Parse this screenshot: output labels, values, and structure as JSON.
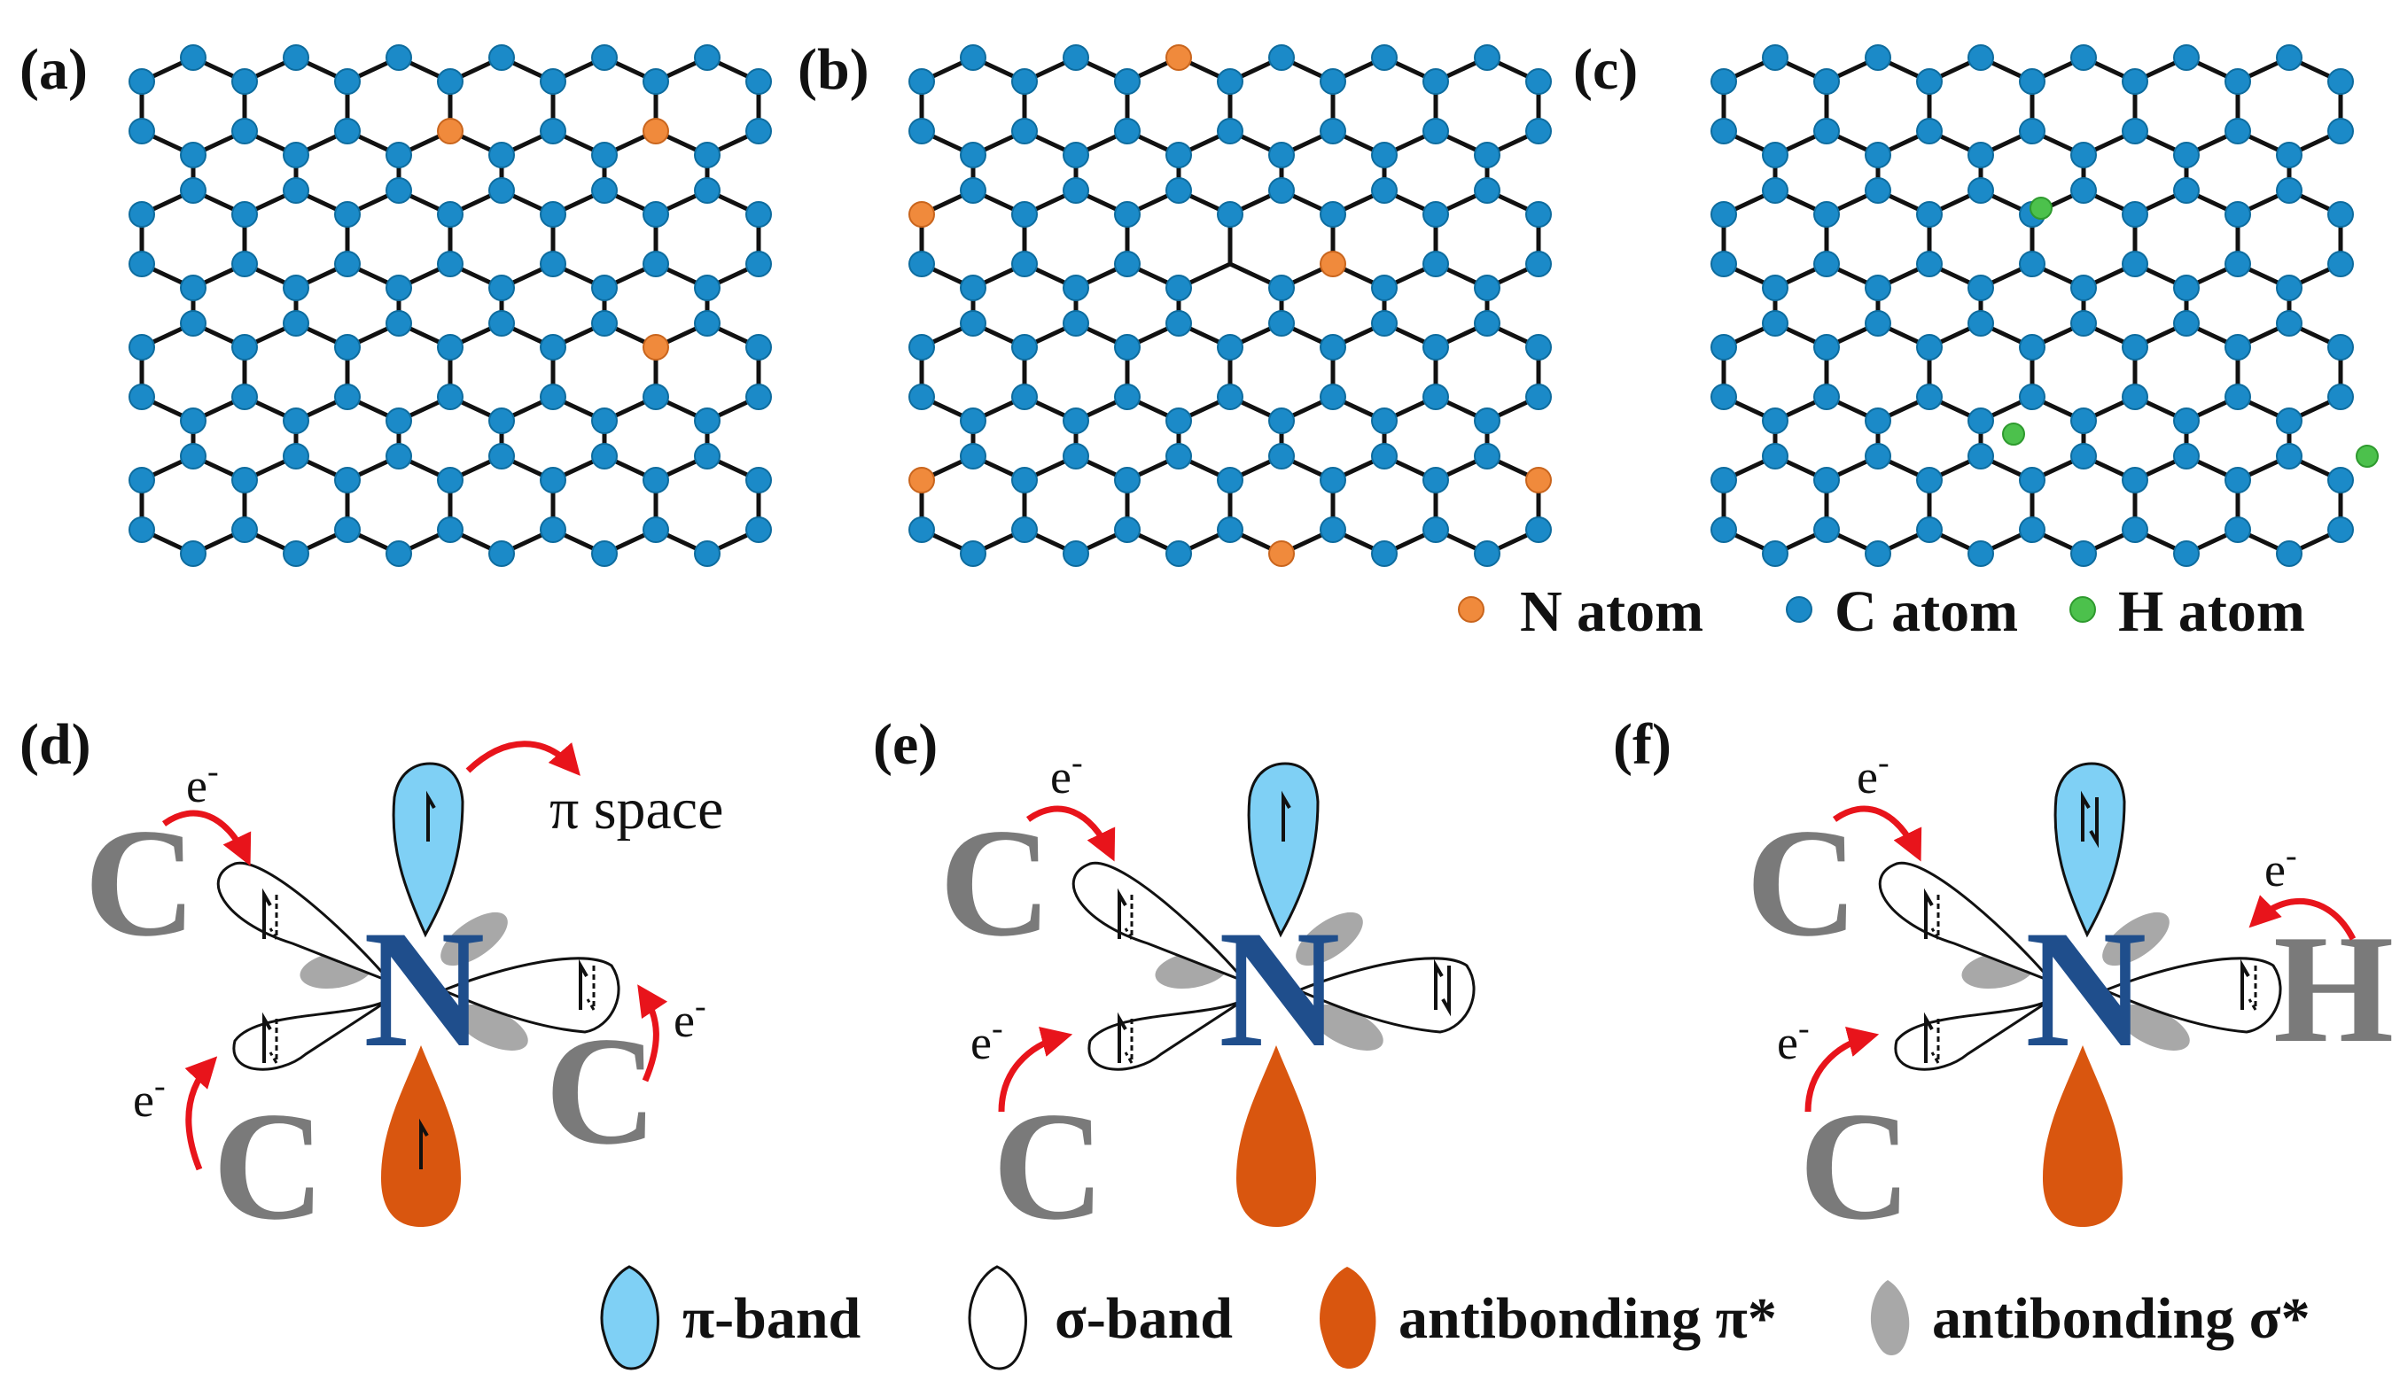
{
  "panels": {
    "a": "(a)",
    "b": "(b)",
    "c": "(c)",
    "d": "(d)",
    "e": "(e)",
    "f": "(f)"
  },
  "atom_legend": {
    "n_atom": "N atom",
    "c_atom": "C atom",
    "h_atom": "H atom"
  },
  "orbital_legend": {
    "pi_band": "π-band",
    "sigma_band": "σ-band",
    "antibonding_pi": "antibonding π*",
    "antibonding_sigma": "antibonding σ*"
  },
  "diagram_text": {
    "electron": "e",
    "electron_sup": "-",
    "pi_space": "π space",
    "carbon": "C",
    "nitrogen": "N",
    "hydrogen": "H"
  },
  "colors": {
    "carbon_atom": "#1b8ac8",
    "nitrogen_atom": "#f08a3c",
    "hydrogen_atom": "#4cc14c",
    "pi_band": "#7fd0f5",
    "antibonding_pi": "#d9560f",
    "antibonding_sigma": "#a8a8a8",
    "arrow": "#e8141b",
    "nitrogen_text": "#1f4e8c",
    "carbon_text": "#7a7a7a"
  }
}
